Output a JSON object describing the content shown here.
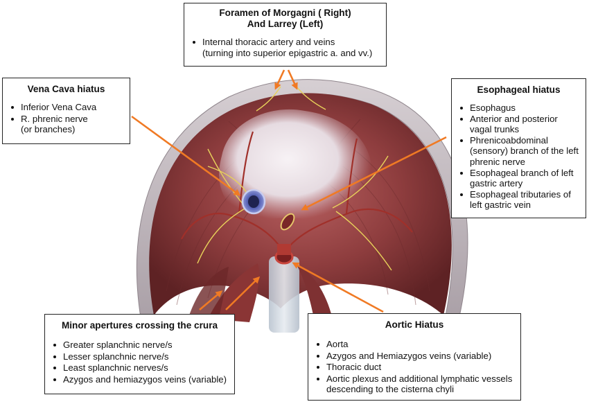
{
  "colors": {
    "arrow": "#f07a24",
    "muscle": "#8a3a3a",
    "tendon": "#ece6ea",
    "nerve": "#e8d25a",
    "artery": "#a0302a",
    "vena_cava": "#6f7bc8",
    "box_border": "#222222"
  },
  "icons": {
    "bullet": "filled-dot"
  },
  "labels": {
    "morgagni": {
      "title_line1": "Foramen of Morgagni ( Right)",
      "title_line2": "And Larrey (Left)",
      "items": [
        "Internal thoracic artery and veins\n(turning into superior epigastric a. and vv.)"
      ]
    },
    "vena_cava": {
      "title": "Vena Cava hiatus",
      "items": [
        "Inferior Vena Cava",
        "R. phrenic nerve\n(or branches)"
      ]
    },
    "esophageal": {
      "title": "Esophageal hiatus",
      "items": [
        "Esophagus",
        "Anterior and posterior\nvagal trunks",
        "Phrenicoabdominal\n(sensory) branch of the left\nphrenic nerve",
        "Esophageal branch of left\ngastric artery",
        "Esophageal tributaries of\nleft gastric vein"
      ]
    },
    "minor": {
      "title": "Minor apertures crossing the crura",
      "items": [
        "Greater splanchnic nerve/s",
        "Lesser splanchnic nerve/s",
        "Least splanchnic nerves/s",
        "Azygos and hemiazygos veins (variable)"
      ]
    },
    "aortic": {
      "title": "Aortic Hiatus",
      "items": [
        "Aorta",
        "Azygos and Hemiazygos veins (variable)",
        "Thoracic duct",
        "Aortic plexus and additional lymphatic vessels\ndescending to the cisterna chyli"
      ]
    }
  }
}
